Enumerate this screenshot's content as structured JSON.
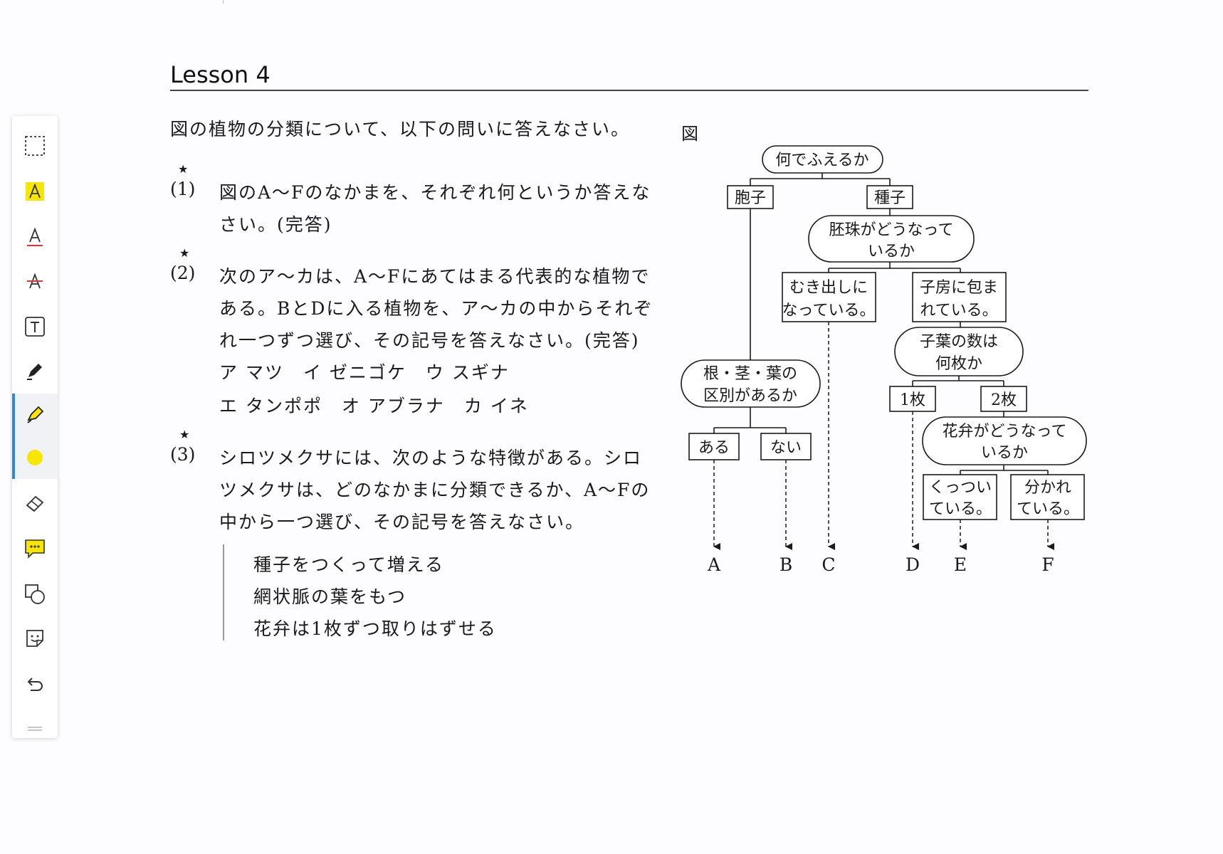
{
  "lesson": {
    "title": "Lesson 4"
  },
  "intro": "図の植物の分類について、以下の問いに答えなさい。",
  "questions": {
    "q1": {
      "star": "★",
      "num": "(1)",
      "lines": [
        "図のA～Fのなかまを、それぞれ何というか答えな",
        "さい。(完答)"
      ]
    },
    "q2": {
      "star": "★",
      "num": "(2)",
      "lines": [
        "次のア～カは、A～Fにあてはまる代表的な植物で",
        "ある。BとDに入る植物を、ア～カの中からそれぞ",
        "れ一つずつ選び、その記号を答えなさい。(完答)"
      ],
      "options_line1": "ア マツ　イ ゼニゴケ　ウ スギナ",
      "options_line2": "エ タンポポ　オ アブラナ　カ イネ"
    },
    "q3": {
      "star": "★",
      "num": "(3)",
      "lines": [
        "シロツメクサには、次のような特徴がある。シロ",
        "ツメクサは、どのなかまに分類できるか、A～Fの",
        "中から一つ選び、その記号を答えなさい。"
      ],
      "features": [
        "種子をつくって増える",
        "網状脈の葉をもつ",
        "花弁は1枚ずつ取りはずせる"
      ]
    }
  },
  "figure": {
    "label": "図",
    "root": "何でふえるか",
    "spore": "胞子",
    "seed": "種子",
    "ovule_q": [
      "胚珠がどうなって",
      "いるか"
    ],
    "exposed": [
      "むき出しに",
      "なっている。"
    ],
    "enclosed": [
      "子房に包ま",
      "れている。"
    ],
    "cotyledon_q": [
      "子葉の数は",
      "何枚か"
    ],
    "one": "1枚",
    "two": "2枚",
    "petal_q": [
      "花弁がどうなって",
      "いるか"
    ],
    "joined": [
      "くっつい",
      "ている。"
    ],
    "separate": [
      "分かれ",
      "ている。"
    ],
    "rootstem_q": [
      "根・茎・葉の",
      "区別があるか"
    ],
    "yes": "ある",
    "no": "ない",
    "leaves": [
      "A",
      "B",
      "C",
      "D",
      "E",
      "F"
    ]
  },
  "toolbar": {
    "tools": [
      {
        "name": "select-rect-tool",
        "icon": "dashed-rect-icon"
      },
      {
        "name": "text-highlight-tool",
        "icon": "highlight-a-icon"
      },
      {
        "name": "text-underline-tool",
        "icon": "underline-a-icon"
      },
      {
        "name": "text-strike-tool",
        "icon": "strike-a-icon"
      },
      {
        "name": "textbox-tool",
        "icon": "textbox-t-icon"
      },
      {
        "name": "pen-tool",
        "icon": "pen-icon"
      },
      {
        "name": "highlighter-tool",
        "icon": "highlighter-icon",
        "active": true
      },
      {
        "name": "color-picker",
        "icon": "yellow-dot-icon",
        "active": true,
        "color": "#f6e600"
      },
      {
        "name": "eraser-tool",
        "icon": "eraser-icon"
      },
      {
        "name": "comment-tool",
        "icon": "comment-icon"
      },
      {
        "name": "shape-tool",
        "icon": "shapes-icon"
      },
      {
        "name": "sticker-tool",
        "icon": "sticker-icon"
      },
      {
        "name": "undo-button",
        "icon": "undo-icon"
      }
    ]
  }
}
